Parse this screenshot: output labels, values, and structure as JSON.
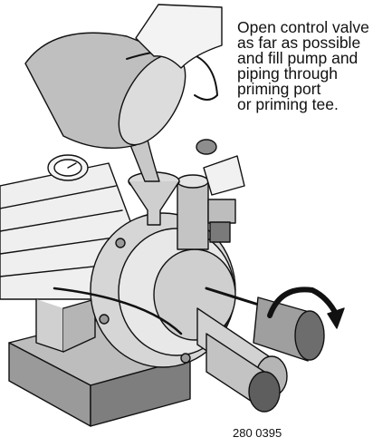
{
  "instruction": {
    "lines": [
      "Open control valve",
      "as far as possible",
      "and fill pump and",
      "piping through",
      "priming port",
      "or priming tee."
    ]
  },
  "figure_number": "280 0395",
  "colors": {
    "outline": "#111111",
    "metal_light": "#e6e6e6",
    "metal_mid": "#bdbdbd",
    "metal_dark": "#7a7a7a",
    "water": "#c8c8c8",
    "base": "#a0a0a0"
  }
}
